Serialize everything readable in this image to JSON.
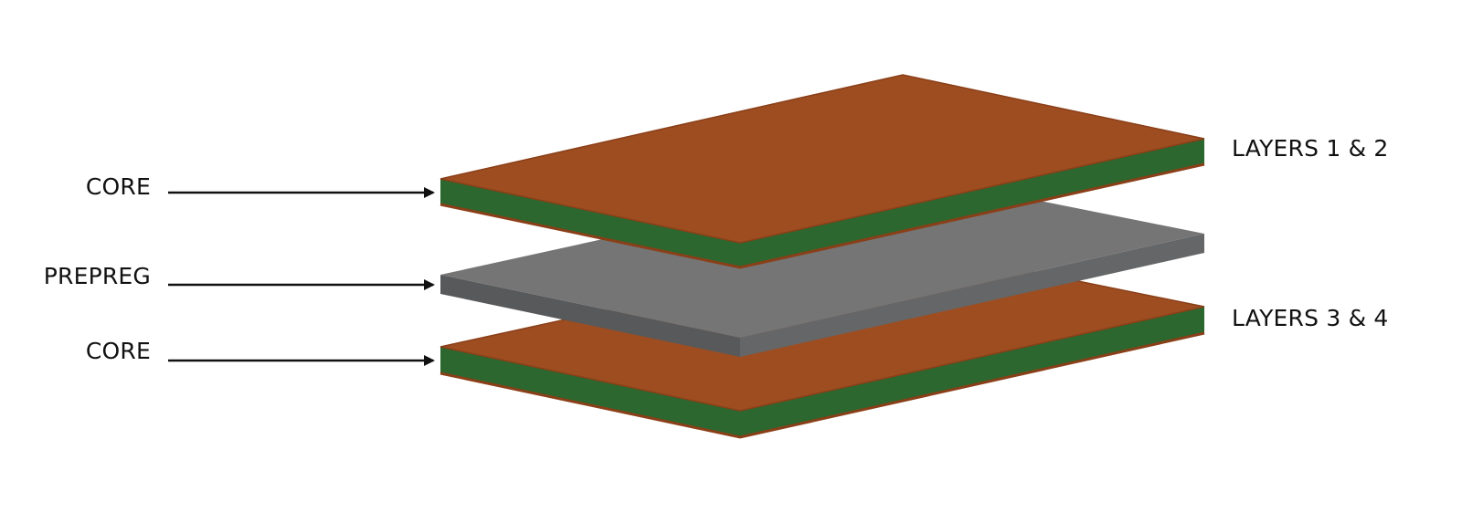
{
  "labels": {
    "core_top": "CORE",
    "prepreg": "PREPREG",
    "core_bottom": "CORE",
    "layers_top": "LAYERS 1 & 2",
    "layers_bottom": "LAYERS 3 & 4"
  },
  "colors": {
    "copper": "#9e4d21",
    "copper_edge": "#8a3f18",
    "core_fr4": "#2b672e",
    "prepreg_top": "#757576",
    "prepreg_side_left": "#58595a",
    "prepreg_side_right": "#656667",
    "arrow": "#111111",
    "text": "#111111"
  }
}
